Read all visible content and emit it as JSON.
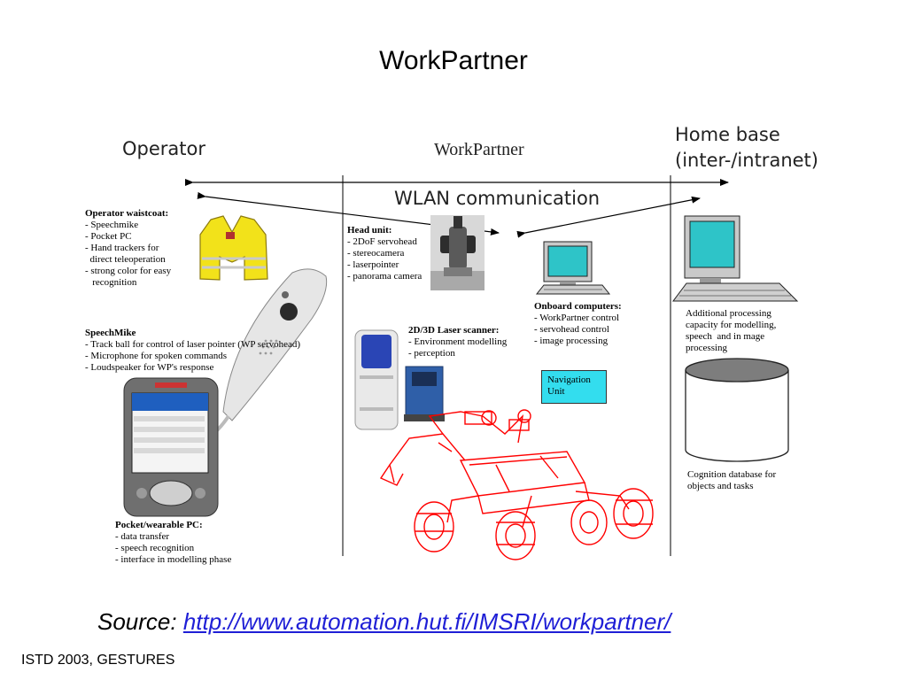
{
  "slide": {
    "title": "WorkPartner",
    "footer": "ISTD 2003, GESTURES",
    "source_label": "Source:",
    "source_url": "http://www.automation.hut.fi/IMSRI/workpartner/"
  },
  "columns": {
    "operator": "Operator",
    "workpartner": "WorkPartner",
    "home_base_line1": "Home base",
    "home_base_line2": "(inter-/intranet)"
  },
  "wlan_label": "WLAN communication",
  "notes": {
    "waistcoat": {
      "title": "Operator waistcoat:",
      "lines": [
        "- Speechmike",
        "- Pocket PC",
        "- Hand trackers for",
        "  direct teleoperation",
        "- strong color for easy",
        "   recognition"
      ]
    },
    "speechmike": {
      "title": "SpeechMike",
      "lines": [
        "- Track ball for control of laser pointer (WP servohead)",
        "- Microphone for spoken commands",
        "- Loudspeaker for WP's response"
      ]
    },
    "pocket_pc": {
      "title": "Pocket/wearable  PC:",
      "lines": [
        "- data transfer",
        "- speech recognition",
        "- interface in modelling phase"
      ]
    },
    "head_unit": {
      "title": "Head unit:",
      "lines": [
        "- 2DoF servohead",
        "- stereocamera",
        "- laserpointer",
        "- panorama camera"
      ]
    },
    "laser_scanner": {
      "title": "2D/3D Laser scanner:",
      "lines": [
        "- Environment modelling",
        "- perception"
      ]
    },
    "onboard": {
      "title": "Onboard computers:",
      "lines": [
        "- WorkPartner control",
        "- servohead control",
        "- image processing"
      ]
    },
    "home_processing": {
      "lines": [
        "Additional processing",
        "capacity for modelling,",
        "speech  and in mage",
        "processing"
      ]
    },
    "database": {
      "lines": [
        "Cognition database for",
        "objects and tasks"
      ]
    }
  },
  "nav_unit": {
    "line1": "Navigation",
    "line2": "Unit"
  },
  "colors": {
    "vest": "#f2e21a",
    "monitor_screen": "#2ec4c8",
    "nav_unit_fill": "#33ddee",
    "robot_wire": "#ff0000",
    "database_top": "#7d7d7d",
    "link": "#1f1fd6"
  },
  "icons": [
    "vest-icon",
    "speechmike-icon",
    "pocket-pc-icon",
    "head-unit-icon",
    "laser-scanner-icon",
    "scanner-sensor-icon",
    "onboard-computer-icon",
    "home-computer-icon",
    "database-icon",
    "robot-icon"
  ]
}
